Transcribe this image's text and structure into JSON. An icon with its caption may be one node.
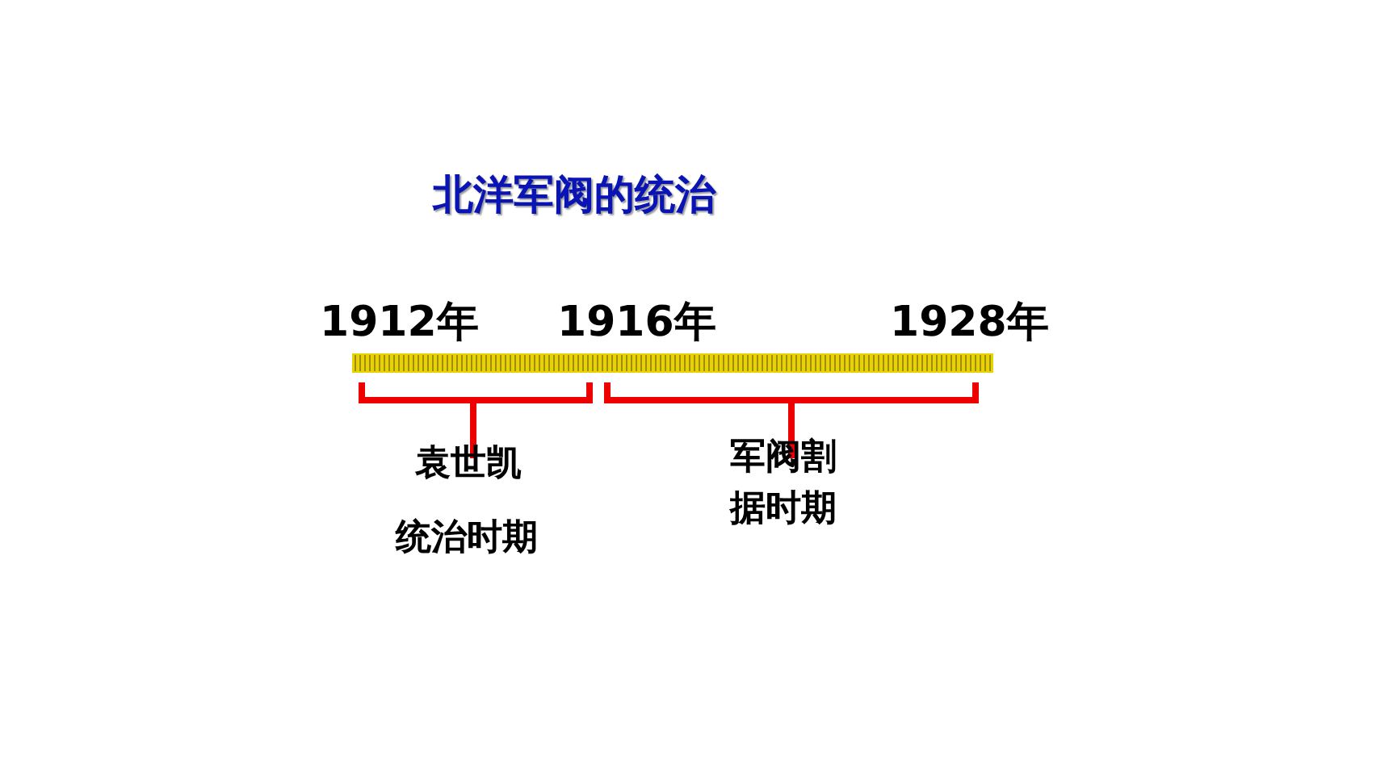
{
  "diagram": {
    "title": "北洋军阀的统治",
    "labels": [
      "1912年",
      "1916年",
      "1928年",
      "袁世凯",
      "统治时期",
      "军阀割据时期"
    ]
  }
}
